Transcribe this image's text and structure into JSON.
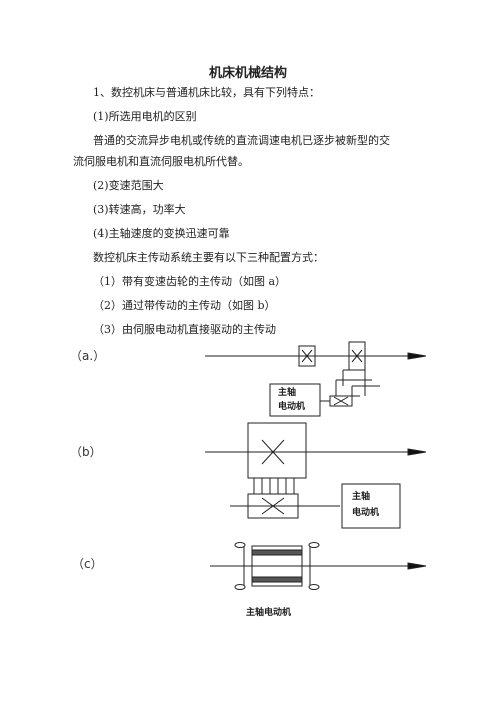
{
  "title": "机床机械结构",
  "paragraphs": {
    "p1": "1、数控机床与普通机床比较，具有下列特点：",
    "p2": "(1)所选用电机的区别",
    "p3a": "普通的交流异步电机或传统的直流调速电机已逐步被新型的交",
    "p3b": "流伺服电机和直流伺服电机所代替。",
    "p4": "(2)变速范围大",
    "p5": "(3)转速高，功率大",
    "p6": "(4)主轴速度的变换迅速可靠",
    "p7": "数控机床主传动系统主要有以下三种配置方式：",
    "p8": "（1）带有变速齿轮的主传动（如图 a）",
    "p9": "（2）通过带传动的主传动（如图 b）",
    "p10": "（3）由伺服电动机直接驱动的主传动"
  },
  "diagrams": {
    "a": {
      "label": "（a.）",
      "motor_line1": "主轴",
      "motor_line2": "电动机"
    },
    "b": {
      "label": "（b）",
      "motor_line1": "主轴",
      "motor_line2": "电动机"
    },
    "c": {
      "label": "（c）",
      "caption": "主轴电动机"
    }
  }
}
